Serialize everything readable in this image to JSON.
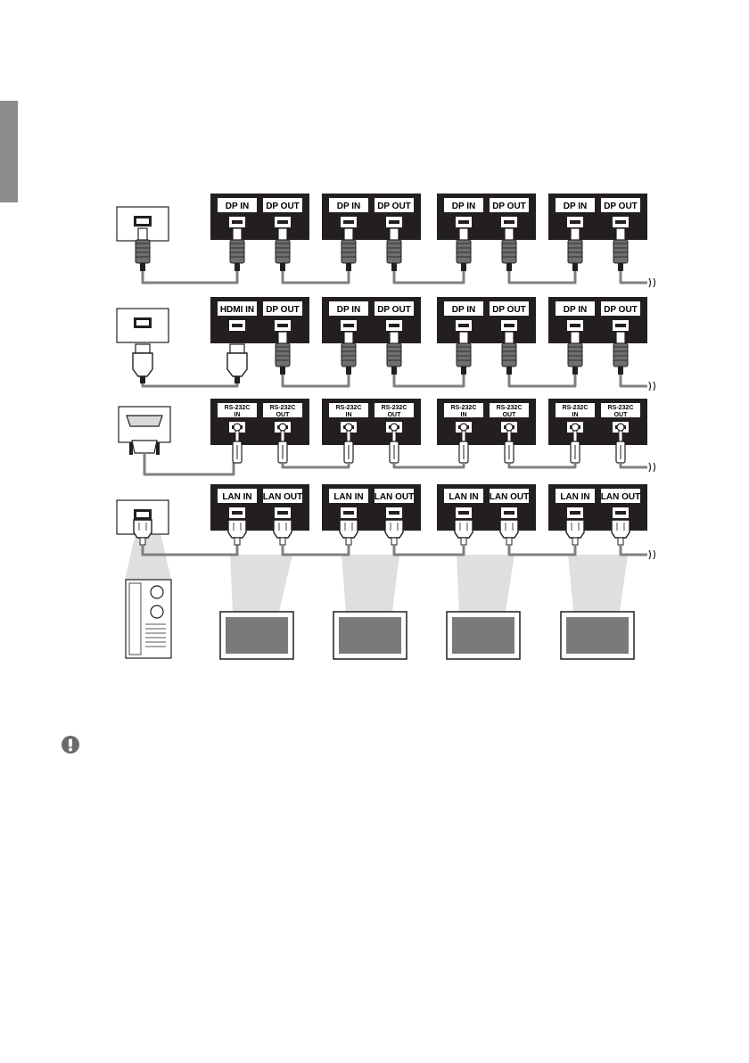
{
  "side_tab": {
    "color": "#8c8c8c"
  },
  "colors": {
    "panel": "#231f20",
    "cable": "#808080",
    "plug": "#6f6f6f",
    "beam": "#d4d4d4",
    "screen_fill": "#7a7a7a"
  },
  "rows": [
    {
      "name": "dp",
      "source_port": "displayport",
      "monitors": [
        {
          "in_label": "DP IN",
          "out_label": "DP OUT"
        },
        {
          "in_label": "DP IN",
          "out_label": "DP OUT"
        },
        {
          "in_label": "DP IN",
          "out_label": "DP OUT"
        },
        {
          "in_label": "DP IN",
          "out_label": "DP OUT"
        }
      ]
    },
    {
      "name": "hdmi-dp",
      "source_port": "hdmi",
      "monitors": [
        {
          "in_label": "HDMI IN",
          "out_label": "DP OUT"
        },
        {
          "in_label": "DP IN",
          "out_label": "DP OUT"
        },
        {
          "in_label": "DP IN",
          "out_label": "DP OUT"
        },
        {
          "in_label": "DP IN",
          "out_label": "DP OUT"
        }
      ]
    },
    {
      "name": "rs232c",
      "source_port": "serial",
      "monitors": [
        {
          "in_label": [
            "RS-232C",
            "IN"
          ],
          "out_label": [
            "RS-232C",
            "OUT"
          ]
        },
        {
          "in_label": [
            "RS-232C",
            "IN"
          ],
          "out_label": [
            "RS-232C",
            "OUT"
          ]
        },
        {
          "in_label": [
            "RS-232C",
            "IN"
          ],
          "out_label": [
            "RS-232C",
            "OUT"
          ]
        },
        {
          "in_label": [
            "RS-232C",
            "IN"
          ],
          "out_label": [
            "RS-232C",
            "OUT"
          ]
        }
      ]
    },
    {
      "name": "lan",
      "source_port": "lan",
      "monitors": [
        {
          "in_label": "LAN IN",
          "out_label": "LAN OUT"
        },
        {
          "in_label": "LAN IN",
          "out_label": "LAN OUT"
        },
        {
          "in_label": "LAN IN",
          "out_label": "LAN OUT"
        },
        {
          "in_label": "LAN IN",
          "out_label": "LAN OUT"
        }
      ]
    }
  ],
  "pc": {
    "icon": "pc-tower-icon"
  },
  "displays": {
    "count": 4,
    "icon": "display-icon"
  },
  "note": {
    "icon": "exclamation-circle-icon"
  }
}
